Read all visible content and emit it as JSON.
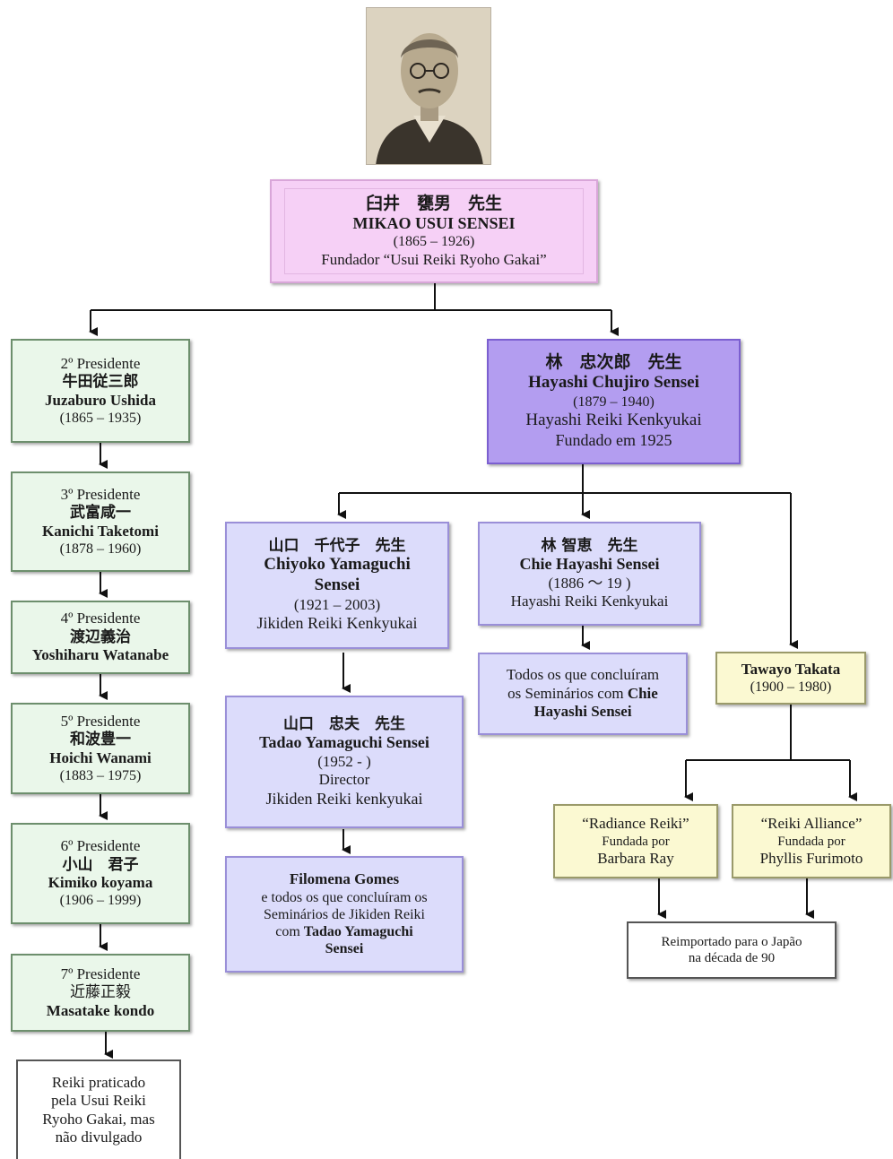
{
  "founder": {
    "kanji": "臼井　甕男　先生",
    "name": "MIKAO USUI SENSEI",
    "years": "(1865 – 1926)",
    "role": "Fundador “Usui Reiki Ryoho Gakai”"
  },
  "presidents": [
    {
      "title": "2º Presidente",
      "kanji": "牛田従三郎",
      "name": "Juzaburo Ushida",
      "years": "(1865 – 1935)"
    },
    {
      "title": "3º Presidente",
      "kanji": "武富咸一",
      "name": "Kanichi Taketomi",
      "years": "(1878 – 1960)"
    },
    {
      "title": "4º Presidente",
      "kanji": "渡辺義治",
      "name": "Yoshiharu Watanabe",
      "years": ""
    },
    {
      "title": "5º Presidente",
      "kanji": "和波豊一",
      "name": "Hoichi Wanami",
      "years": "(1883 – 1975)"
    },
    {
      "title": "6º Presidente",
      "kanji": "小山　君子",
      "name": "Kimiko koyama",
      "years": "(1906 – 1999)"
    },
    {
      "title": "7º Presidente",
      "kanji": "近藤正毅",
      "name": "Masatake kondo",
      "years": ""
    }
  ],
  "gakai_note": [
    "Reiki praticado",
    "pela Usui Reiki",
    "Ryoho Gakai, mas",
    "não divulgado"
  ],
  "hayashi": {
    "kanji": "林　忠次郎　先生",
    "name": "Hayashi Chujiro Sensei",
    "years": "(1879 – 1940)",
    "org": "Hayashi Reiki Kenkyukai",
    "founded": "Fundado em 1925"
  },
  "chiyoko": {
    "kanji": "山口　千代子　先生",
    "name1": "Chiyoko Yamaguchi",
    "name2": "Sensei",
    "years": "(1921 – 2003)",
    "org": "Jikiden Reiki Kenkyukai"
  },
  "tadao": {
    "kanji": "山口　忠夫　先生",
    "name": "Tadao Yamaguchi Sensei",
    "years": "(1952 -       )",
    "role": "Director",
    "org": "Jikiden Reiki kenkyukai"
  },
  "filomena": {
    "name": "Filomena Gomes",
    "text1": "e todos os que concluíram os",
    "text2": "Seminários de Jikiden Reiki",
    "text3_pre": "com ",
    "text3_bold": "Tadao Yamaguchi",
    "text4": "Sensei"
  },
  "chie": {
    "kanji": "林 智恵　先生",
    "name": "Chie Hayashi Sensei",
    "years": "(1886 〜 19  )",
    "org": "Hayashi Reiki Kenkyukai"
  },
  "chie_students": {
    "text1": "Todos os que concluíram",
    "text2_pre": "os Seminários com ",
    "text2_bold": "Chie",
    "text3": "Hayashi Sensei"
  },
  "takata": {
    "name": "Tawayo Takata",
    "years": "(1900 – 1980)"
  },
  "radiance": {
    "name": "“Radiance Reiki”",
    "sub": "Fundada por",
    "founder": "Barbara Ray"
  },
  "alliance": {
    "name": "“Reiki Alliance”",
    "sub": "Fundada por",
    "founder": "Phyllis Furimoto"
  },
  "reimport": {
    "line1": "Reimportado para o Japão",
    "line2": "na década de 90"
  }
}
